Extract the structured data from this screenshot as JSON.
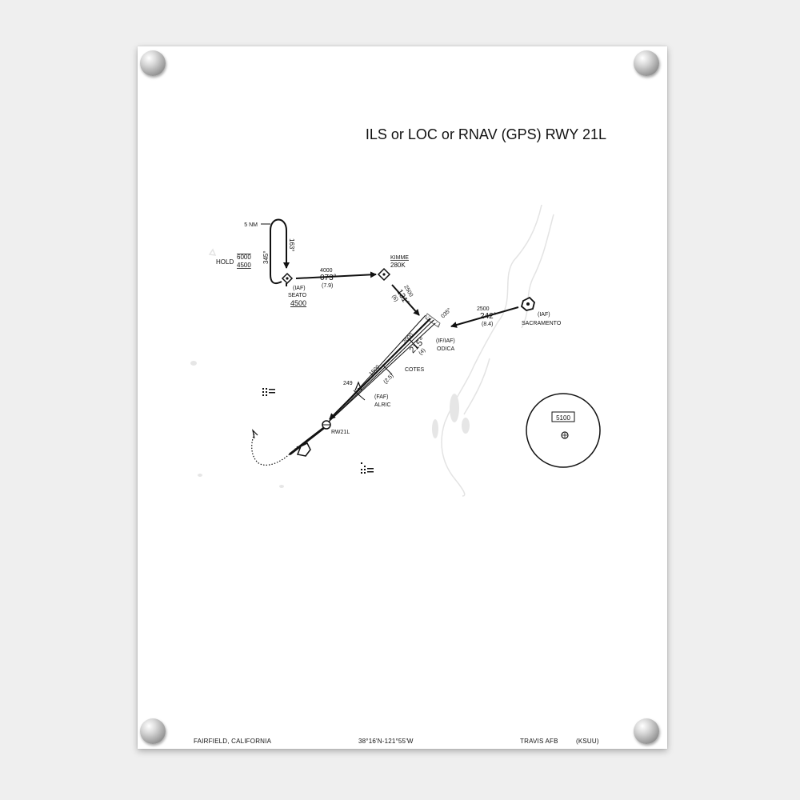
{
  "title": "ILS or LOC or RNAV (GPS) RWY 21L",
  "footer": {
    "city": "FAIRFIELD, CALIFORNIA",
    "coords": "38°16'N-121°55'W",
    "airport": "TRAVIS AFB",
    "ident": "(KSUU)"
  },
  "fixes": {
    "seato": {
      "role": "(IAF)",
      "name": "SEATO",
      "alt": "4500"
    },
    "kimme": {
      "name": "KIMME",
      "freq": "280K"
    },
    "sacramento": {
      "role": "(IAF)",
      "name": "SACRAMENTO"
    },
    "odica": {
      "role": "(IF/IAF)",
      "name": "ODICA"
    },
    "cotes": {
      "name": "COTES"
    },
    "alric": {
      "role": "(FAF)",
      "name": "ALRIC"
    },
    "rw21l": {
      "name": "RW21L"
    }
  },
  "hold": {
    "label": "HOLD",
    "alt_top": "6000",
    "alt_bottom": "4500",
    "leg": "5 NM",
    "inbound": "163°",
    "outbound": "345°"
  },
  "legs": {
    "seato_kimme": {
      "alt": "4000",
      "course": "073°",
      "dist": "(7.9)"
    },
    "kimme_odica": {
      "alt": "2500",
      "course": "131°",
      "dist": "(6)"
    },
    "sac_odica": {
      "alt": "2500",
      "course": "242°",
      "dist": "(8.4)"
    },
    "final": {
      "course": "215°",
      "alt1": "2000",
      "alt2": "1500",
      "dist1": "(4)",
      "dist2": "(2.5)",
      "arc_course": "035°"
    }
  },
  "obstacle": {
    "height": "249"
  },
  "msa": {
    "alt": "5100"
  }
}
